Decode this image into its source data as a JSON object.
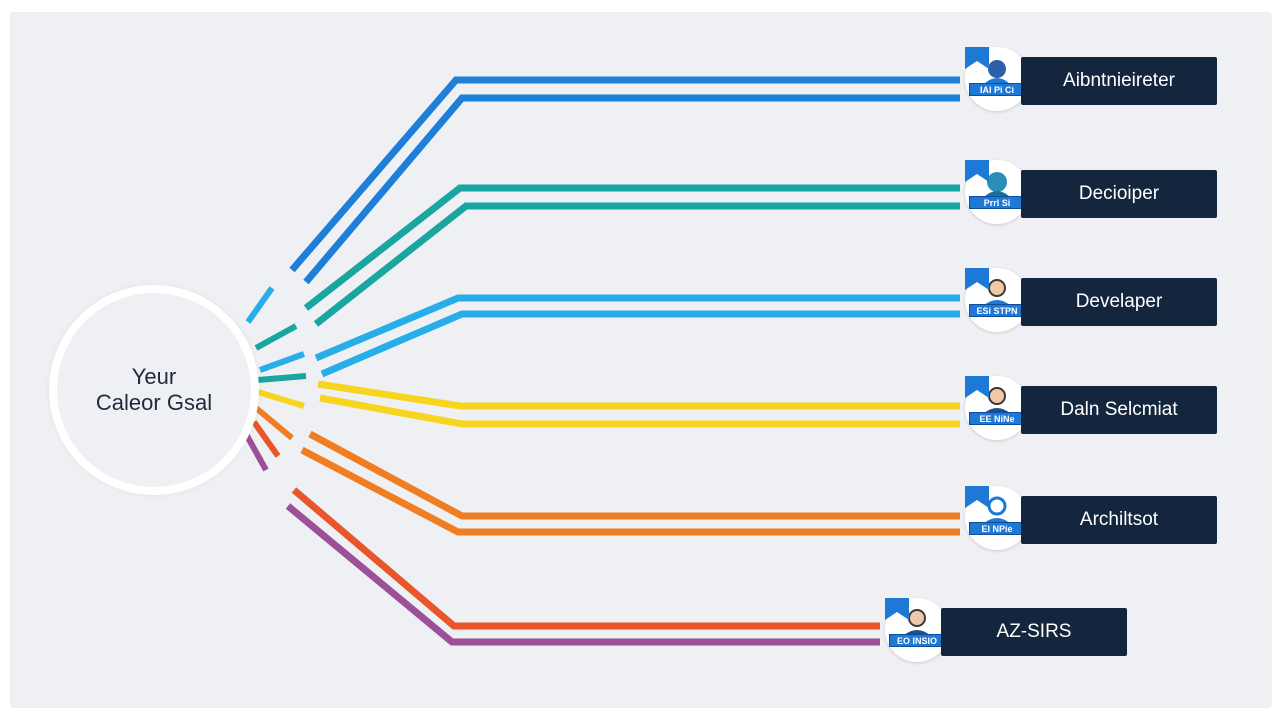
{
  "hub": {
    "line1": "Yeur",
    "line2": "Caleor Gsal"
  },
  "colors": {
    "blue": "#1e7fd8",
    "teal": "#19a5a0",
    "sky": "#27aee8",
    "yellow": "#f7d51e",
    "orange": "#f07d22",
    "red": "#e8562a",
    "purple": "#9c5098",
    "label_bg": "#14263d"
  },
  "roles": [
    {
      "label": "Aibntnieireter",
      "badge_code": "IAI Pi Ci",
      "icon": "administrator-avatar-icon",
      "color": "#1e7fd8"
    },
    {
      "label": "Decioiper",
      "badge_code": "Prrl Si",
      "icon": "developer-avatar-icon",
      "color": "#19a5a0"
    },
    {
      "label": "Develaper",
      "badge_code": "ESi STPN",
      "icon": "developer-avatar-icon",
      "color": "#27aee8"
    },
    {
      "label": "Daln Selcmiat",
      "badge_code": "EE NiNe",
      "icon": "data-scientist-avatar-icon",
      "color": "#f7d51e"
    },
    {
      "label": "Archiltsot",
      "badge_code": "EI NPie",
      "icon": "architect-avatar-icon",
      "color": "#f07d22"
    },
    {
      "label": "AZ-SIRS",
      "badge_code": "EO INSIO",
      "icon": "security-avatar-icon",
      "color": "#e8562a"
    }
  ]
}
